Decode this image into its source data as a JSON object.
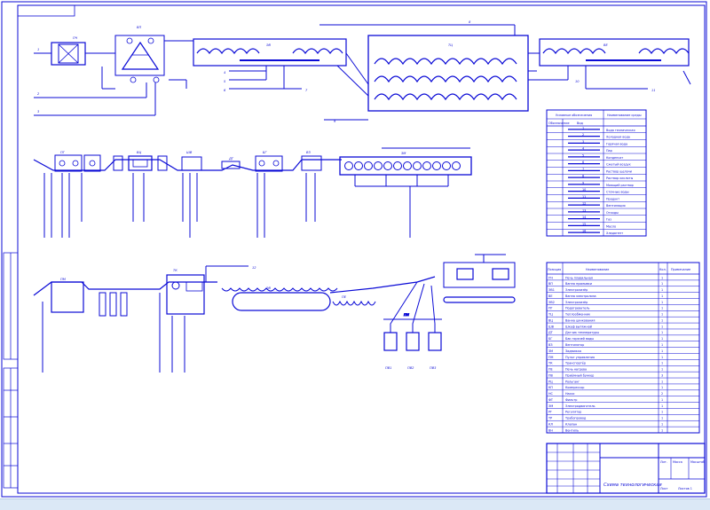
{
  "drawing": {
    "title": "Схема технологическая",
    "tag_labels": {
      "t1": "ПЧ",
      "t2": "ВП",
      "t3": "ЭВ",
      "t4": "ТЦ",
      "t5": "ВЕ",
      "t6": "ПГ",
      "t7": "ВЦ",
      "t8": "ШВ",
      "t9": "ДТ",
      "t10": "БГ",
      "t11": "ВЗ",
      "t12": "ЗМ",
      "t13": "ПМ",
      "t14": "ТК",
      "t15": "ЭВ",
      "t16": "ПЕ",
      "t17": "ПМ",
      "t18": "ПВ1",
      "t19": "ПВ2",
      "t20": "ПВ3"
    },
    "numbers": {
      "n1": "1",
      "n2": "2",
      "n3": "3",
      "n4": "4",
      "n5": "5",
      "n6": "6",
      "n7": "7",
      "n8": "8",
      "n9": "9",
      "n10": "10",
      "n11": "11",
      "n12": "12"
    },
    "table1": {
      "header_left": "Условные обозначения",
      "header_right": "Наименование среды",
      "col1": "Обозначение",
      "col2": "Вид",
      "rows": [
        {
          "code": "1",
          "name": "Вода техническая"
        },
        {
          "code": "2",
          "name": "Холодная вода"
        },
        {
          "code": "3",
          "name": "Горячая вода"
        },
        {
          "code": "4",
          "name": "Пар"
        },
        {
          "code": "5",
          "name": "Конденсат"
        },
        {
          "code": "6",
          "name": "Сжатый воздух"
        },
        {
          "code": "7",
          "name": "Раствор щелочи"
        },
        {
          "code": "8",
          "name": "Раствор кислоты"
        },
        {
          "code": "9",
          "name": "Моющий раствор"
        },
        {
          "code": "10",
          "name": "Сточные воды"
        },
        {
          "code": "11",
          "name": "Продукт"
        },
        {
          "code": "12",
          "name": "Вентиляция"
        },
        {
          "code": "13",
          "name": "Отходы"
        },
        {
          "code": "14",
          "name": "Газ"
        },
        {
          "code": "15",
          "name": "Масло"
        },
        {
          "code": "16",
          "name": "Хладагент"
        }
      ]
    },
    "table2": {
      "col1": "Позиция",
      "col2": "Наименование",
      "col3": "Кол.",
      "col4": "Примечание",
      "rows": [
        {
          "pos": "ПЧ",
          "name": "Печь плавильная",
          "qty": "1"
        },
        {
          "pos": "ВП",
          "name": "Ванна промывки",
          "qty": "1"
        },
        {
          "pos": "ЭВ1",
          "name": "Электролизёр",
          "qty": "1"
        },
        {
          "pos": "ВЕ",
          "name": "Ванна электролиза",
          "qty": "1"
        },
        {
          "pos": "ЭВ2",
          "name": "Электролизёр",
          "qty": "1"
        },
        {
          "pos": "ПГ",
          "name": "Подогреватель",
          "qty": "1"
        },
        {
          "pos": "ТЦ",
          "name": "Теплообменник",
          "qty": "1"
        },
        {
          "pos": "ВЦ",
          "name": "Ванна цинкования",
          "qty": "1"
        },
        {
          "pos": "ШВ",
          "name": "Шкаф вытяжной",
          "qty": "1"
        },
        {
          "pos": "ДТ",
          "name": "Датчик температуры",
          "qty": "1"
        },
        {
          "pos": "БГ",
          "name": "Бак горячей воды",
          "qty": "1"
        },
        {
          "pos": "ВЗ",
          "name": "Вентилятор",
          "qty": "1"
        },
        {
          "pos": "ЗМ",
          "name": "Задвижка",
          "qty": "1"
        },
        {
          "pos": "ПМ",
          "name": "Пульт управления",
          "qty": "1"
        },
        {
          "pos": "ТК",
          "name": "Транспортёр",
          "qty": "1"
        },
        {
          "pos": "ПЕ",
          "name": "Печь нагрева",
          "qty": "1"
        },
        {
          "pos": "ПВ",
          "name": "Приёмный бункер",
          "qty": "3"
        },
        {
          "pos": "РЦ",
          "name": "Рольганг",
          "qty": "1"
        },
        {
          "pos": "КП",
          "name": "Компрессор",
          "qty": "1"
        },
        {
          "pos": "НС",
          "name": "Насос",
          "qty": "2"
        },
        {
          "pos": "ФТ",
          "name": "Фильтр",
          "qty": "1"
        },
        {
          "pos": "ЭМ",
          "name": "Электродвигатель",
          "qty": "1"
        },
        {
          "pos": "РГ",
          "name": "Регулятор",
          "qty": "1"
        },
        {
          "pos": "ТР",
          "name": "Трубопровод",
          "qty": "1"
        },
        {
          "pos": "КЛ",
          "name": "Клапан",
          "qty": "1"
        },
        {
          "pos": "ВН",
          "name": "Вентиль",
          "qty": "1"
        }
      ]
    },
    "stamp": {
      "scale": "Масштаб",
      "sheet": "Лист",
      "sheets": "Листов 1",
      "litera": "Лит.",
      "mass": "Масса"
    },
    "colors": {
      "line": "#0b0bd6",
      "paper": "#ffffff",
      "strip": "#dbe8f6"
    }
  }
}
